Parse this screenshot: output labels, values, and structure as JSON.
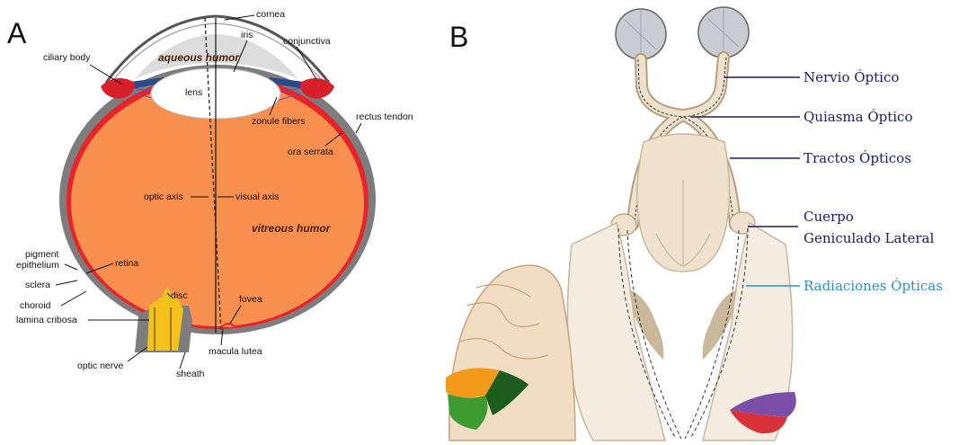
{
  "panels": {
    "a": {
      "letter": "A",
      "labels": {
        "cornea": "cornea",
        "iris": "iris",
        "conjunctiva": "conjunctiva",
        "ciliary_body": "ciliary body",
        "aqueous_humor": "aqueous humor",
        "lens": "lens",
        "zonule_fibers": "zonule fibers",
        "rectus_tendon": "rectus tendon",
        "ora_serrata": "ora serrata",
        "optic_axis": "optic axis",
        "visual_axis": "visual axis",
        "vitreous_humor": "vitreous humor",
        "pigment_epithelium_1": "pigment",
        "pigment_epithelium_2": "epithelium",
        "retina": "retina",
        "sclera": "sclera",
        "choroid": "choroid",
        "disc": "disc",
        "fovea": "fovea",
        "lamina_cribosa": "lamina cribosa",
        "optic_nerve": "optic nerve",
        "macula_lutea": "macula lutea",
        "sheath": "sheath"
      }
    },
    "b": {
      "letter": "B",
      "labels": {
        "nervio_optico": "Nervio Óptico",
        "quiasma_optico": "Quiasma Óptico",
        "tractos_opticos": "Tractos Ópticos",
        "cuerpo_1": "Cuerpo",
        "cuerpo_2": "Geniculado Lateral",
        "radiaciones": "Radiaciones Ópticas"
      },
      "colors": {
        "leader": "#1a1a6e",
        "radiaciones_label": "#2a8fd6"
      }
    }
  },
  "colors": {
    "vitreous": "#f7904f",
    "sclera": "#7d7d7d",
    "choroid": "#e8232a",
    "optic_nerve": "#f2c21b",
    "brain": "#efe2cc"
  }
}
